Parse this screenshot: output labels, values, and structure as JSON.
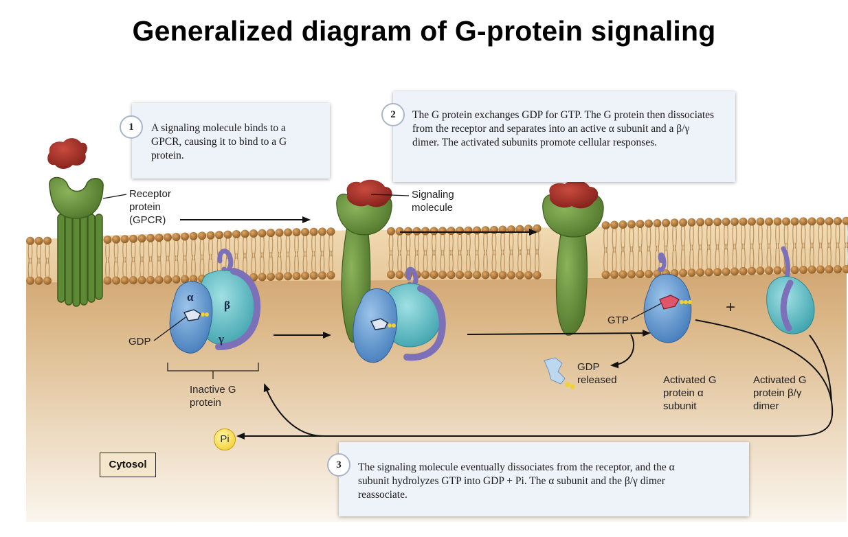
{
  "title": "Generalized diagram of G-protein signaling",
  "steps": [
    {
      "number": "1",
      "text": "A signaling molecule binds to a GPCR, causing it to bind to a G protein."
    },
    {
      "number": "2",
      "text": "The G protein exchanges GDP for GTP. The G protein then dissociates from the receptor and separates into an active α subunit and a β/γ dimer. The activated subunits promote cellular responses."
    },
    {
      "number": "3",
      "text": "The signaling molecule eventually dissociates from the receptor, and the α subunit hydrolyzes GTP into GDP + Pi. The α subunit and the β/γ dimer reassociate."
    }
  ],
  "labels": {
    "receptor": "Receptor protein (GPCR)",
    "signaling_molecule": "Signaling molecule",
    "gdp": "GDP",
    "inactive_g_protein": "Inactive G protein",
    "gtp": "GTP",
    "gdp_released": "GDP released",
    "activated_alpha": "Activated G protein α subunit",
    "activated_beta_gamma": "Activated G protein β/γ dimer",
    "cytosol": "Cytosol",
    "pi": "Pi",
    "plus": "+"
  },
  "subunits": {
    "alpha": "α",
    "beta": "β",
    "gamma": "γ"
  },
  "colors": {
    "receptor_green": "#5e8a36",
    "signal_red": "#a3322a",
    "alpha_blue": "#5b93cf",
    "beta_teal": "#57c0c9",
    "gamma_purple": "#7c71b8",
    "membrane_head": "#a87433",
    "cytosol_tan": "#dcb98a",
    "gtp_pink": "#e0556a",
    "phosphate_yellow": "#f2d22e"
  },
  "icons": [
    "right-arrow-icon",
    "curved-return-arrow-icon",
    "phosphate-icon"
  ]
}
